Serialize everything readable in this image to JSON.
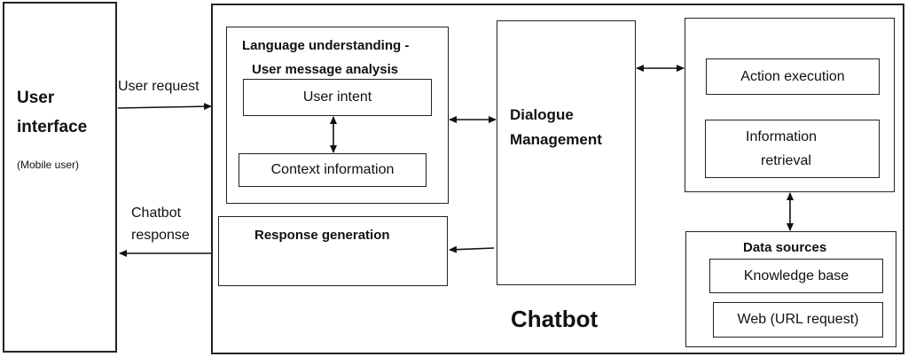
{
  "user_interface": {
    "title_line1": "User",
    "title_line2": "interface",
    "subtitle": "(Mobile user)"
  },
  "flows": {
    "user_request": "User request",
    "chatbot_response_line1": "Chatbot",
    "chatbot_response_line2": "response"
  },
  "chatbot": {
    "label": "Chatbot",
    "language_understanding": {
      "title_line1": "Language understanding -",
      "title_line2": "User message analysis",
      "user_intent": "User intent",
      "context_information": "Context information"
    },
    "response_generation": "Response generation",
    "dialogue_management_line1": "Dialogue",
    "dialogue_management_line2": "Management",
    "actions": {
      "action_execution": "Action execution",
      "information_retrieval_line1": "Information",
      "information_retrieval_line2": "retrieval"
    },
    "data_sources": {
      "title": "Data sources",
      "knowledge_base": "Knowledge base",
      "web": "Web (URL request)"
    }
  }
}
